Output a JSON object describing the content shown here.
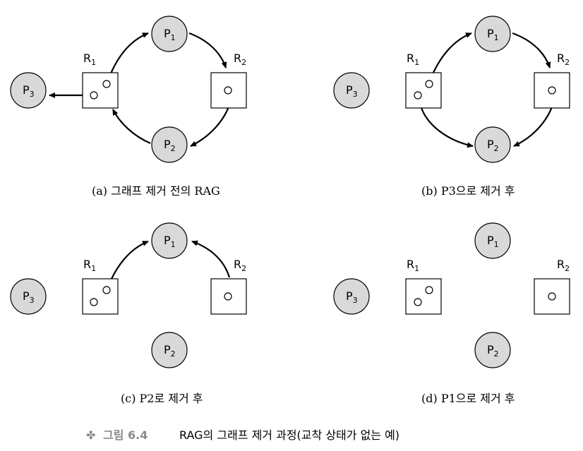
{
  "labels": {
    "p_prefix": "P",
    "r_prefix": "R",
    "sub1": "1",
    "sub2": "2",
    "sub3": "3"
  },
  "captions": {
    "a": "(a) 그래프 제거 전의 RAG",
    "b": "(b) P3으로 제거 후",
    "c": "(c) P2로 제거 후",
    "d": "(d) P1으로 제거 후"
  },
  "figure": {
    "icon": "✤",
    "number": "그림 6.4",
    "title": "RAG의 그래프 제거 과정(교착 상태가 없는 예)"
  }
}
